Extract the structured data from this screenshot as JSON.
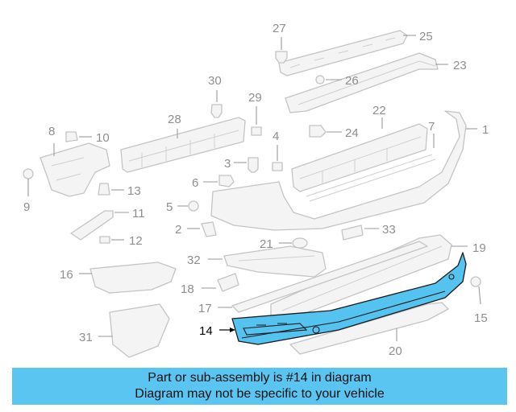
{
  "callouts": {
    "c1": "1",
    "c2": "2",
    "c3": "3",
    "c4": "4",
    "c5": "5",
    "c6": "6",
    "c7": "7",
    "c8": "8",
    "c9": "9",
    "c10": "10",
    "c11": "11",
    "c12": "12",
    "c13": "13",
    "c14": "14",
    "c15": "15",
    "c16": "16",
    "c17": "17",
    "c18": "18",
    "c19": "19",
    "c20": "20",
    "c21": "21",
    "c22": "22",
    "c23": "23",
    "c24": "24",
    "c25": "25",
    "c26": "26",
    "c27": "27",
    "c28": "28",
    "c29": "29",
    "c30": "30",
    "c31": "31",
    "c32": "32",
    "c33": "33"
  },
  "highlighted_part": "14",
  "colors": {
    "highlight": "#54c3f0",
    "banner": "#5bc5f2",
    "line_art": "#c4c4c4",
    "callout": "#8e8e8e"
  },
  "banner": {
    "line1": "Part or sub-assembly is #14 in diagram",
    "line2": "Diagram may not be specific to your vehicle"
  }
}
